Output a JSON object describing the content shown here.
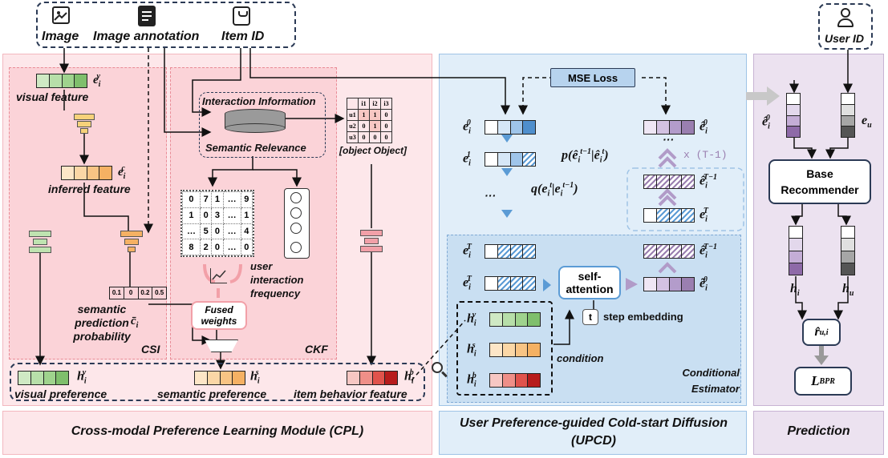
{
  "inputs": {
    "image": "Image",
    "image_annotation": "Image annotation",
    "item_id": "Item ID",
    "user_id": "User ID"
  },
  "modules": {
    "cpl": "Cross-modal Preference Learning Module (CPL)",
    "upcd": "User Preference-guided Cold-start Diffusion (UPCD)",
    "prediction": "Prediction"
  },
  "cpl": {
    "csi": "CSI",
    "ckf": "CKF",
    "visual_feature": "visual feature",
    "inferred_feature": "inferred feature",
    "semantic_prediction_probability": "semantic prediction probability",
    "interaction_information": "Interaction Information",
    "semantic_relevance": "Semantic Relevance",
    "interaction_matrix": {
      "cols": [
        "i1",
        "i2",
        "i3"
      ],
      "rows": [
        [
          "u1",
          "1",
          "1",
          "0"
        ],
        [
          "u2",
          "0",
          "1",
          "0"
        ],
        [
          "u3",
          "0",
          "0",
          "0"
        ]
      ]
    },
    "user_interaction_frequency": "user interaction frequency",
    "fused_weights": "Fused weights",
    "visual_preference": "visual preference",
    "semantic_preference": "semantic preference",
    "item_behavior_feature": "item behavior feature",
    "prob_values": [
      "0.1",
      "0",
      "0.2",
      "0.5"
    ],
    "freq_matrix": [
      [
        "0",
        "7",
        "1",
        "…",
        "9"
      ],
      [
        "1",
        "0",
        "3",
        "…",
        "1"
      ],
      [
        "…",
        "5",
        "0",
        "…",
        "4"
      ],
      [
        "8",
        "2",
        "0",
        "…",
        "0"
      ]
    ]
  },
  "upcd": {
    "mse_loss": "MSE Loss",
    "self_attention": "self-attention",
    "step_embedding": "step embedding",
    "condition": "condition",
    "conditional_estimator": "Conditional Estimator",
    "times": "x (T-1)",
    "step_symbol": "t",
    "dots": "···"
  },
  "prediction": {
    "base_recommender": "Base Recommender"
  },
  "colors": {
    "cpl_bg": "#fde4e6",
    "upcd_bg": "#deecf9",
    "pred_bg": "#ebe1ef",
    "visual_green": "#a9d79a",
    "semantic_orange": "#f7c37a",
    "behavior_red": "#d9534f",
    "diffusion_blue": "#5b9bd5",
    "diffusion_purple": "#9a7fb0"
  }
}
